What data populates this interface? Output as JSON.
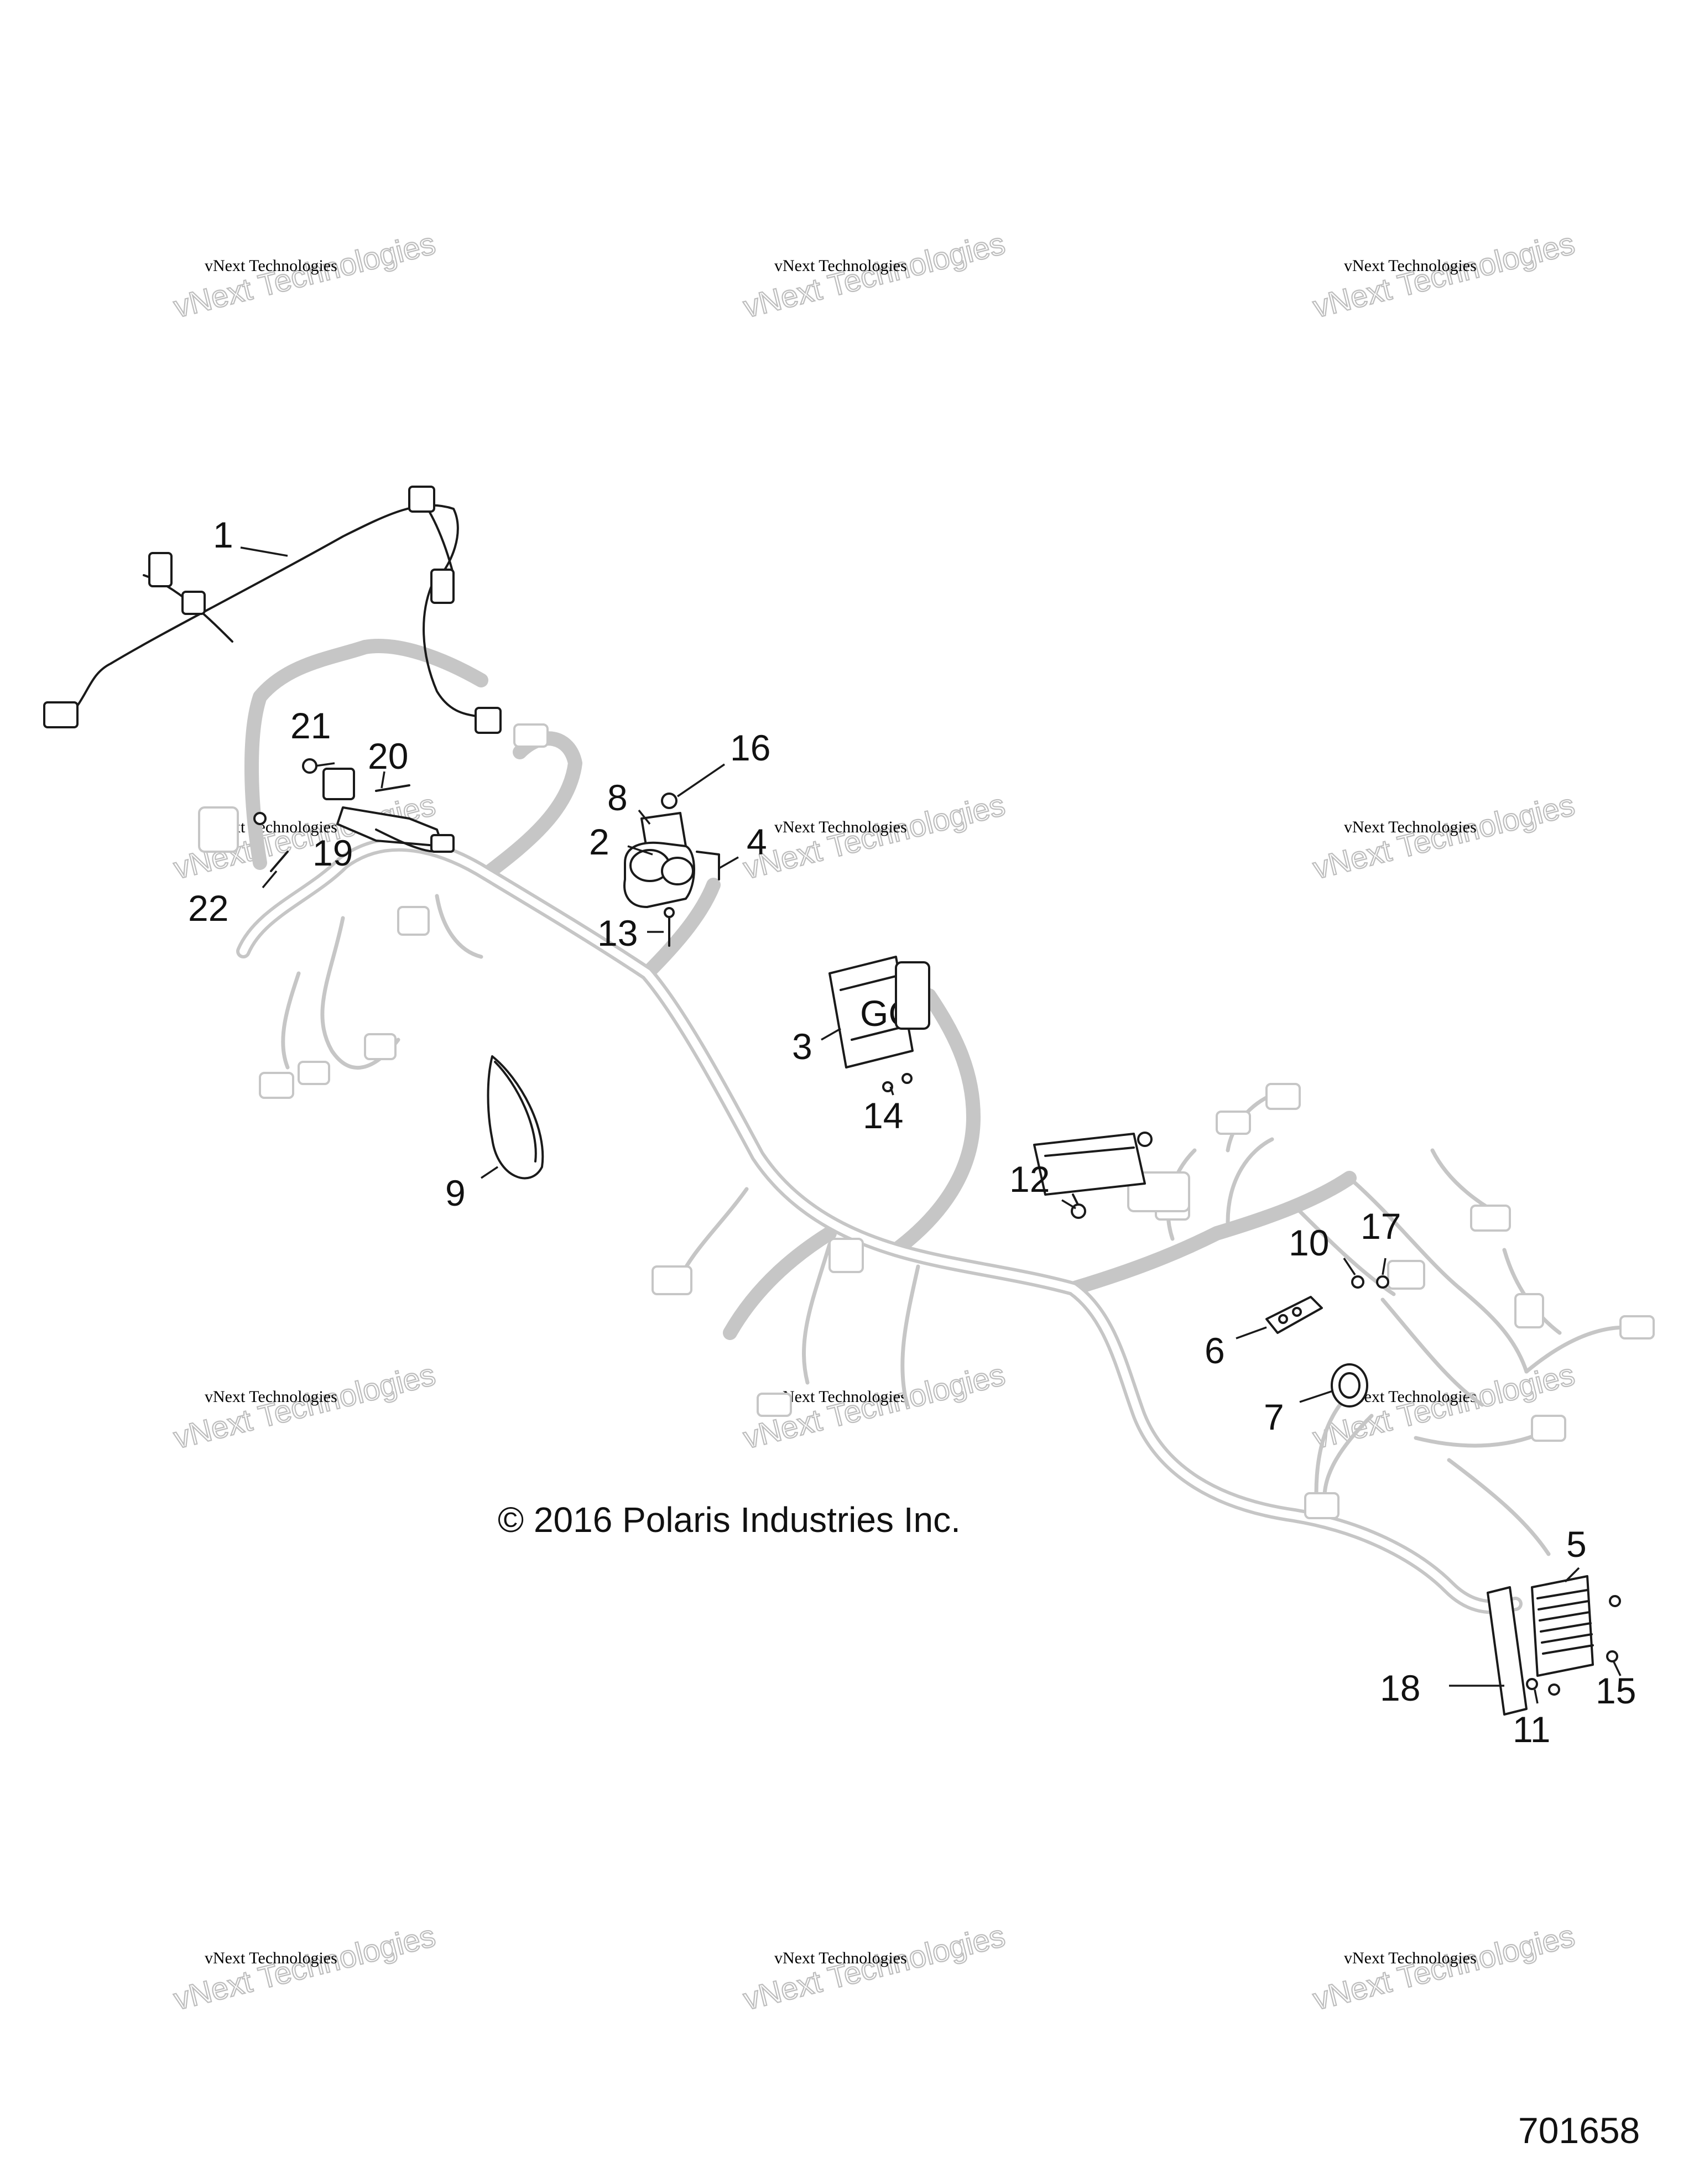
{
  "diagram": {
    "copyright": "© 2016 Polaris Industries Inc.",
    "document_number": "701658",
    "watermark": {
      "line1": "vNext Technologies",
      "line2": "vNext Technologies"
    },
    "callouts": [
      {
        "label": "1"
      },
      {
        "label": "2"
      },
      {
        "label": "3"
      },
      {
        "label": "4"
      },
      {
        "label": "5"
      },
      {
        "label": "6"
      },
      {
        "label": "7"
      },
      {
        "label": "8"
      },
      {
        "label": "9"
      },
      {
        "label": "10"
      },
      {
        "label": "11"
      },
      {
        "label": "12"
      },
      {
        "label": "13"
      },
      {
        "label": "14"
      },
      {
        "label": "15"
      },
      {
        "label": "16"
      },
      {
        "label": "17"
      },
      {
        "label": "18"
      },
      {
        "label": "19"
      },
      {
        "label": "20"
      },
      {
        "label": "21"
      },
      {
        "label": "22"
      }
    ]
  }
}
